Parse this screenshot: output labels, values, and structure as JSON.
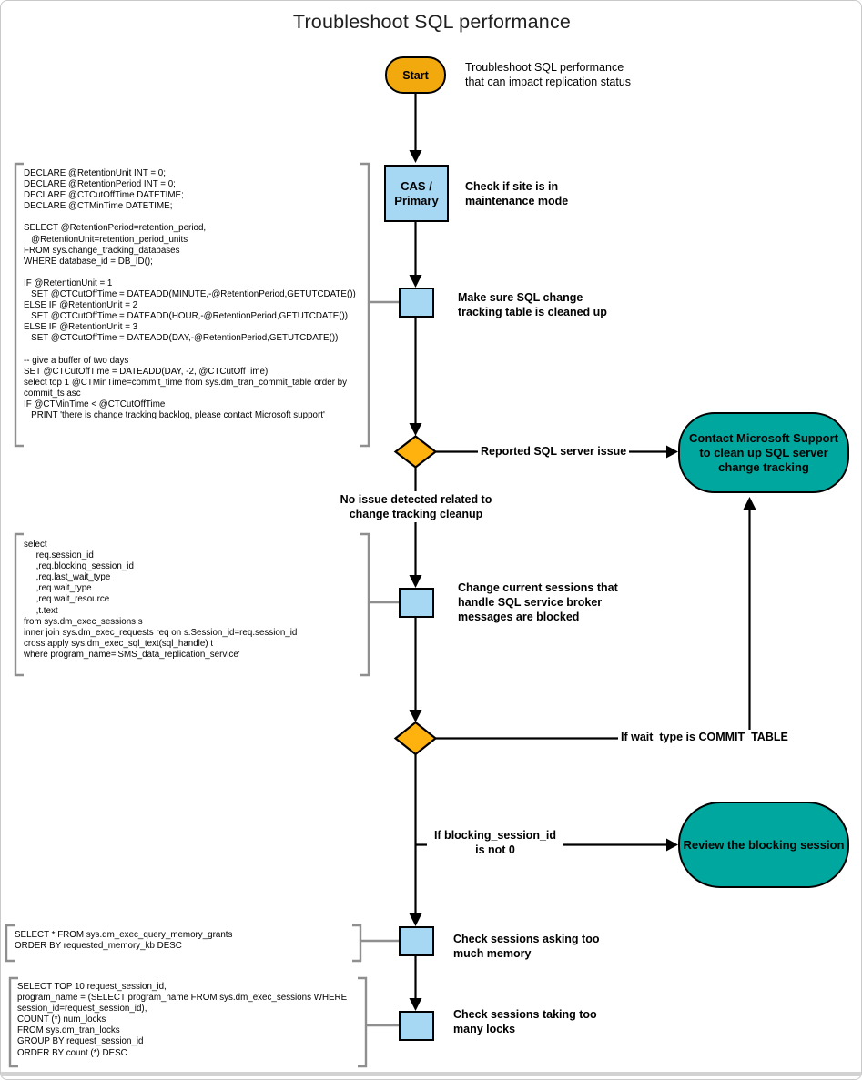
{
  "title": "Troubleshoot SQL performance",
  "colors": {
    "amber": "#F2A90E",
    "diamond": "#FFB10E",
    "blue": "#A6D7F3",
    "teal": "#00A79E",
    "line_black": "#000000",
    "bracket_gray": "#8F8F8F",
    "bottom_bar_gray": "#D2D2D2"
  },
  "nodes": {
    "start": {
      "label": "Start",
      "annotation": "Troubleshoot SQL performance\nthat can impact replication status"
    },
    "cas_primary": {
      "label": "CAS /\nPrimary",
      "annotation": "Check if site is in\nmaintenance mode"
    },
    "cleanup_check": {
      "annotation": "Make sure SQL change\ntracking table is cleaned up"
    },
    "contact_support": {
      "label": "Contact Microsoft Support\nto clean up SQL server\nchange tracking"
    },
    "broker_blocked": {
      "annotation": "Change current sessions that\nhandle SQL service broker\nmessages are blocked"
    },
    "review_blocking": {
      "label": "Review the blocking session"
    },
    "memory_check": {
      "annotation": "Check sessions asking too\nmuch memory"
    },
    "locks_check": {
      "annotation": "Check sessions taking too\nmany locks"
    }
  },
  "edge_labels": {
    "reported_issue": "Reported SQL server issue",
    "no_issue": "No issue detected related to\nchange tracking cleanup",
    "wait_type": "If wait_type is COMMIT_TABLE",
    "blocking_session": "If blocking_session_id\nis not 0"
  },
  "code_blocks": {
    "retention": "DECLARE @RetentionUnit INT = 0;\nDECLARE @RetentionPeriod INT = 0;\nDECLARE @CTCutOffTime DATETIME;\nDECLARE @CTMinTime DATETIME;\n\nSELECT @RetentionPeriod=retention_period,\n   @RetentionUnit=retention_period_units\nFROM sys.change_tracking_databases\nWHERE database_id = DB_ID();\n\nIF @RetentionUnit = 1\n   SET @CTCutOffTime = DATEADD(MINUTE,-@RetentionPeriod,GETUTCDATE())\nELSE IF @RetentionUnit = 2\n   SET @CTCutOffTime = DATEADD(HOUR,-@RetentionPeriod,GETUTCDATE())\nELSE IF @RetentionUnit = 3\n   SET @CTCutOffTime = DATEADD(DAY,-@RetentionPeriod,GETUTCDATE())\n\n-- give a buffer of two days\nSET @CTCutOffTime = DATEADD(DAY, -2, @CTCutOffTime)\nselect top 1 @CTMinTime=commit_time from sys.dm_tran_commit_table order by\ncommit_ts asc\nIF @CTMinTime < @CTCutOffTime\n   PRINT 'there is change tracking backlog, please contact Microsoft support'",
    "sessions": "select\n     req.session_id\n     ,req.blocking_session_id\n     ,req.last_wait_type\n     ,req.wait_type\n     ,req.wait_resource\n     ,t.text\nfrom sys.dm_exec_sessions s\ninner join sys.dm_exec_requests req on s.Session_id=req.session_id\ncross apply sys.dm_exec_sql_text(sql_handle) t\nwhere program_name='SMS_data_replication_service'",
    "memory": "SELECT * FROM sys.dm_exec_query_memory_grants\nORDER BY requested_memory_kb DESC",
    "locks": "SELECT TOP 10 request_session_id,\nprogram_name = (SELECT program_name FROM sys.dm_exec_sessions WHERE\nsession_id=request_session_id),\nCOUNT (*) num_locks\nFROM sys.dm_tran_locks\nGROUP BY request_session_id\nORDER BY count (*) DESC"
  }
}
